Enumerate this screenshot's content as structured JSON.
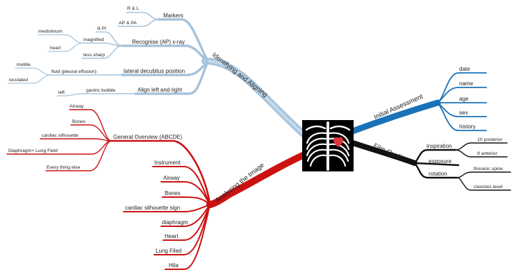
{
  "colors": {
    "identifying": "#a6c3dc",
    "identifying_dark": "#8fb0cc",
    "initial": "#1a72b8",
    "film": "#111111",
    "analyzing": "#cc1111",
    "heart": "#e3343a"
  },
  "central": {
    "icon": "chest-xray-icon"
  },
  "identifying": {
    "label": "Identifying and Aligning",
    "markers": {
      "label": "Markers",
      "children": [
        "R & L",
        "AP & PA"
      ]
    },
    "recognise": {
      "label": "Recognise (AP) x-ray",
      "ill": "ill Pt",
      "magnified": {
        "label": "magnified",
        "children": [
          "medistinum",
          "heart"
        ]
      },
      "less_sharp": "less sharp"
    },
    "lateral": {
      "label": "lateral decubitus position",
      "fluid": {
        "label": "fluid (pleural effusion)",
        "children": [
          "mobile",
          "loculated"
        ]
      }
    },
    "align": {
      "label": "Align left and right",
      "gastric": {
        "label": "gastric bubble",
        "children": [
          "left"
        ]
      }
    }
  },
  "initial": {
    "label": "Initial Assessment",
    "children": [
      "date",
      "name",
      "age",
      "sex",
      "history"
    ]
  },
  "film": {
    "label": "Film Quality",
    "inspiration": {
      "label": "inspiration",
      "children": [
        "10 posterior",
        "9 anterior"
      ]
    },
    "exposure": "exposure",
    "rotation": {
      "label": "rotation",
      "children": [
        "thoracic spine",
        "clavicles level"
      ]
    }
  },
  "analyzing": {
    "label": "Analyzing the Image",
    "general": {
      "label": "General Overview (ABCDE)",
      "children": [
        "Airway",
        "Bones",
        "cardiac silhouette",
        "Diaphragm+ Lung Field",
        "Every thing else"
      ]
    },
    "items": [
      "Instrument",
      "Airway",
      "Bones",
      "cardiac silhouette sign",
      "diaphragm",
      "Heart",
      "Lung Filed",
      "Hila"
    ]
  }
}
